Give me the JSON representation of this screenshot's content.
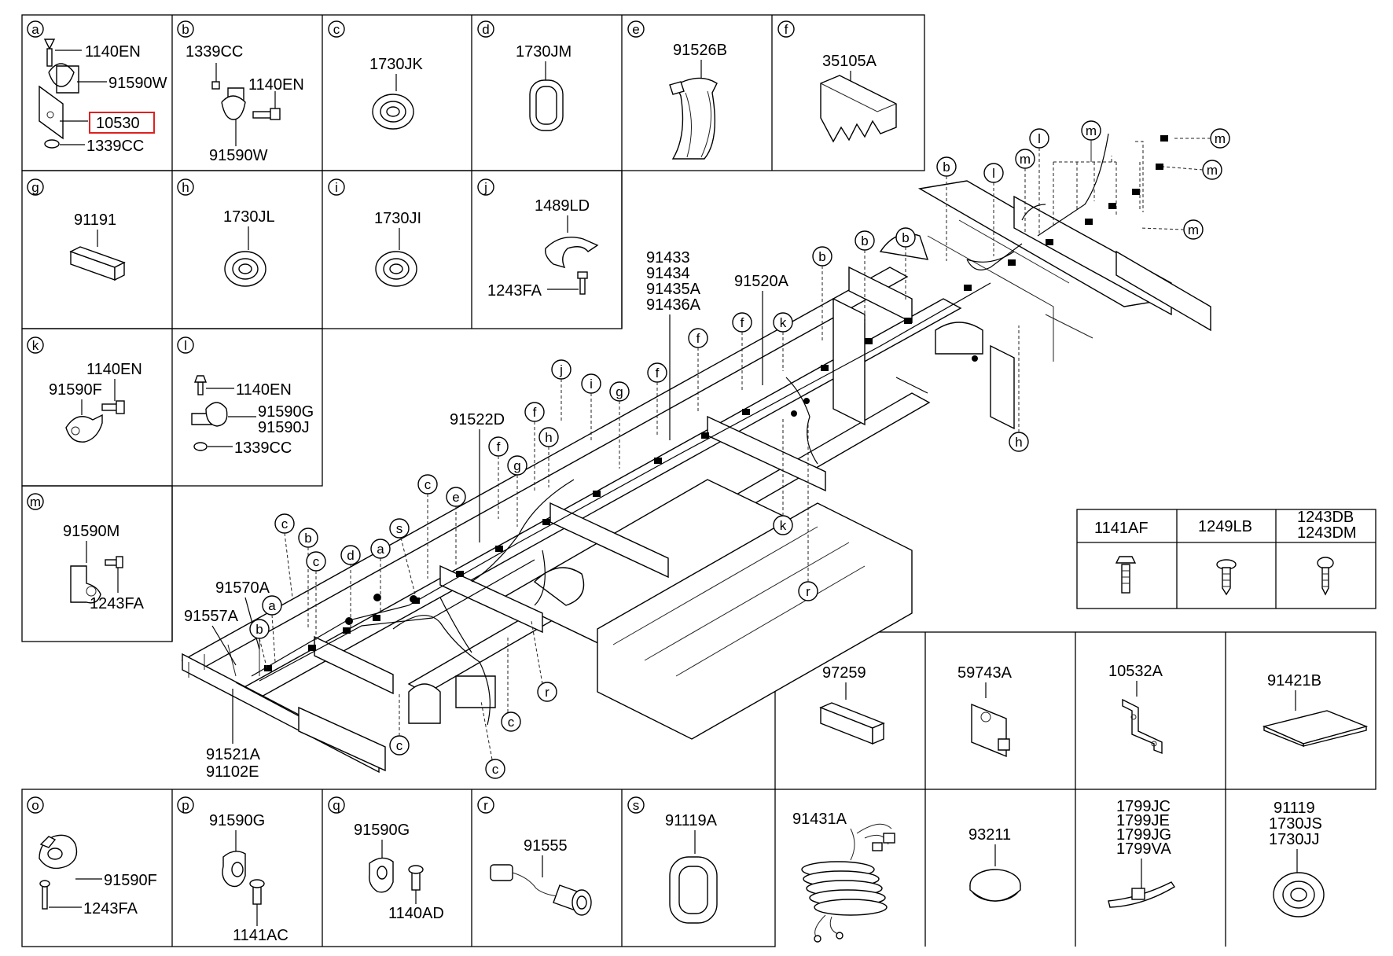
{
  "panels": {
    "a": {
      "letter": "a",
      "parts": [
        "1140EN",
        "91590W",
        "10530",
        "1339CC"
      ],
      "highlighted": "10530"
    },
    "b": {
      "letter": "b",
      "parts": [
        "1339CC",
        "1140EN",
        "91590W"
      ]
    },
    "c": {
      "letter": "c",
      "parts": [
        "1730JK"
      ]
    },
    "d": {
      "letter": "d",
      "parts": [
        "1730JM"
      ]
    },
    "e": {
      "letter": "e",
      "parts": [
        "91526B"
      ]
    },
    "f": {
      "letter": "f",
      "parts": [
        "35105A"
      ]
    },
    "g": {
      "letter": "g",
      "parts": [
        "91191"
      ]
    },
    "h": {
      "letter": "h",
      "parts": [
        "1730JL"
      ]
    },
    "i": {
      "letter": "i",
      "parts": [
        "1730JI"
      ]
    },
    "j": {
      "letter": "j",
      "parts": [
        "1489LD",
        "1243FA"
      ]
    },
    "k": {
      "letter": "k",
      "parts": [
        "1140EN",
        "91590F"
      ]
    },
    "l": {
      "letter": "l",
      "parts": [
        "1140EN",
        "91590G",
        "91590J",
        "1339CC"
      ]
    },
    "m": {
      "letter": "m",
      "parts": [
        "91590M",
        "1243FA"
      ]
    },
    "o": {
      "letter": "o",
      "parts": [
        "91590F",
        "1243FA"
      ]
    },
    "p": {
      "letter": "p",
      "parts": [
        "91590G",
        "1141AC"
      ]
    },
    "q": {
      "letter": "q",
      "parts": [
        "91590G",
        "1140AD"
      ]
    },
    "r": {
      "letter": "r",
      "parts": [
        "91555"
      ]
    },
    "s": {
      "letter": "s",
      "parts": [
        "91119A"
      ]
    }
  },
  "screw_table": {
    "headers": [
      "1141AF",
      "1249LB",
      "1243DB",
      "1243DM"
    ]
  },
  "cells": {
    "c97259": "97259",
    "c59743A": "59743A",
    "c10532A": "10532A",
    "c91421B": "91421B",
    "c91431A": "91431A",
    "c93211": "93211",
    "c1799": [
      "1799JC",
      "1799JE",
      "1799JG",
      "1799VA"
    ],
    "c91119": [
      "91119",
      "1730JS",
      "1730JJ"
    ]
  },
  "main": {
    "group_91433": [
      "91433",
      "91434",
      "91435A",
      "91436A"
    ],
    "p91520A": "91520A",
    "p91522D": "91522D",
    "p91570A": "91570A",
    "p91557A": "91557A",
    "p91521A": "91521A",
    "p91102E": "91102E",
    "callouts": {
      "a": "a",
      "b": "b",
      "c": "c",
      "d": "d",
      "e": "e",
      "f": "f",
      "g": "g",
      "h": "h",
      "i": "i",
      "j": "j",
      "k": "k",
      "l": "l",
      "m": "m",
      "r": "r",
      "s": "s"
    }
  }
}
